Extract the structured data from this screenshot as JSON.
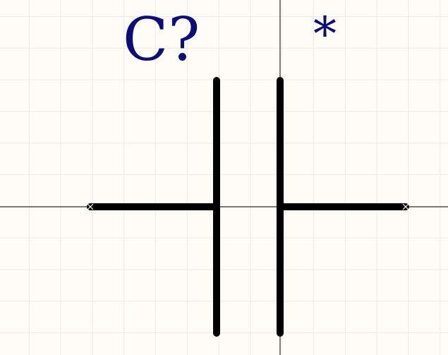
{
  "component": {
    "designator": "C?",
    "comment": "*"
  },
  "colors": {
    "background": "#fdfcf6",
    "grid": "#ecebe3",
    "label_text": "#0b0e78",
    "graphic": "#000000",
    "origin_crosshair": "#000000"
  },
  "symbol": {
    "type": "capacitor-non-polarized",
    "pins": [
      {
        "side": "left"
      },
      {
        "side": "right"
      }
    ]
  }
}
